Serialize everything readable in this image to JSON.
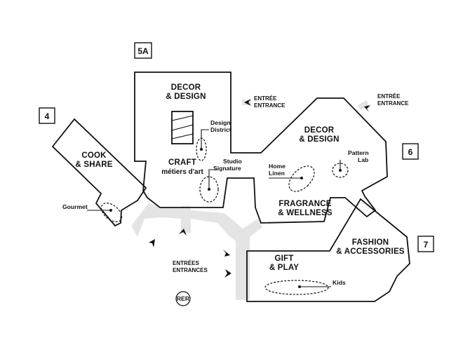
{
  "buildings": [
    {
      "number": "4"
    },
    {
      "number": "5A"
    },
    {
      "number": "6"
    },
    {
      "number": "7"
    }
  ],
  "zones": {
    "decor_design_5a": [
      "DECOR",
      "& DESIGN"
    ],
    "cook_share": [
      "COOK",
      "& SHARE"
    ],
    "craft": [
      "CRAFT",
      "métiers d'art"
    ],
    "decor_design_6": [
      "DECOR",
      "& DESIGN"
    ],
    "fragrance": [
      "FRAGRANCE",
      "& WELLNESS"
    ],
    "fashion": [
      "FASHION",
      "& ACCESSORIES"
    ],
    "gift_play": [
      "GIFT",
      "& PLAY"
    ]
  },
  "sub_areas": {
    "design_district": [
      "Design",
      "District"
    ],
    "studio_signature": [
      "Studio",
      "Signature"
    ],
    "home_linen": [
      "Home",
      "Linen"
    ],
    "pattern_lab": [
      "Pattern",
      "Lab"
    ],
    "gourmet": "Gourmet",
    "kids": "Kids"
  },
  "entrances": {
    "top": [
      "ENTRÉE",
      "ENTRANCE"
    ],
    "right": [
      "ENTRÉE",
      "ENTRANCE"
    ],
    "main": [
      "ENTRÉES",
      "ENTRANCES"
    ]
  },
  "transit": "RER",
  "colors": {
    "ink": "#111111",
    "walkway": "#e4e4e4",
    "background": "#ffffff"
  }
}
